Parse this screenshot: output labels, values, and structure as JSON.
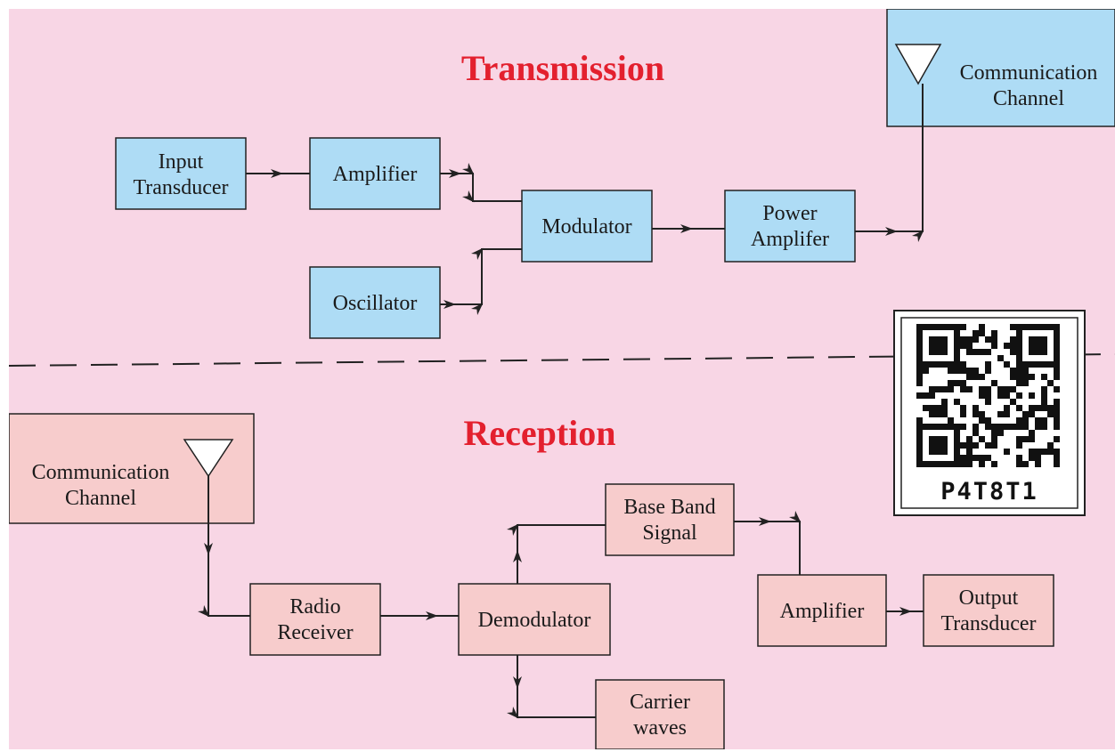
{
  "colors": {
    "background": "#f8d6e5",
    "heading": "#e3202e",
    "transmit_box": "#aedcf5",
    "receive_box": "#f7cccc",
    "line": "#222222"
  },
  "transmission": {
    "heading": "Transmission",
    "input_transducer": [
      "Input",
      "Transducer"
    ],
    "amplifier": "Amplifier",
    "oscillator": "Oscillator",
    "modulator": "Modulator",
    "power_amplifier": [
      "Power",
      "Amplifer"
    ],
    "channel": [
      "Communication",
      "Channel"
    ]
  },
  "reception": {
    "heading": "Reception",
    "channel": [
      "Communication",
      "Channel"
    ],
    "radio_receiver": [
      "Radio",
      "Receiver"
    ],
    "demodulator": "Demodulator",
    "base_band_signal": [
      "Base Band",
      "Signal"
    ],
    "carrier_waves": [
      "Carrier",
      "waves"
    ],
    "amplifier": "Amplifier",
    "output_transducer": [
      "Output",
      "Transducer"
    ]
  },
  "qr": {
    "code_text": "P4T8T1"
  }
}
